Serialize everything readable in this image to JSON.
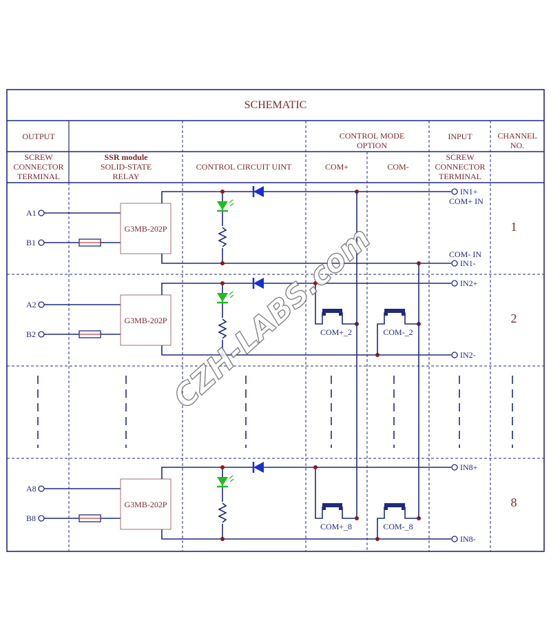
{
  "title": "SCHEMATIC",
  "header": {
    "output": "OUTPUT",
    "control_mode": [
      "CONTROL MODE",
      "OPTION"
    ],
    "input": "INPUT",
    "channel_no": [
      "CHANNEL",
      "NO."
    ]
  },
  "subheader": {
    "screw_out": [
      "SCREW",
      "CONNECTOR",
      "TERMINAL"
    ],
    "ssr": [
      "SSR module",
      "SOLID-STATE",
      "RELAY"
    ],
    "control_circuit": "CONTROL CIRCUIT UINT",
    "com_plus": "COM+",
    "com_minus": "COM-",
    "screw_in": [
      "SCREW",
      "CONNECTOR",
      "TERMINAL"
    ]
  },
  "channels": [
    {
      "number": "1",
      "a": "A1",
      "b": "B1",
      "ssr": "G3MB-202P",
      "in_plus": "IN1+",
      "in_minus": "IN1-",
      "com_plus_in": "COM+ IN",
      "com_minus_in": "COM- IN"
    },
    {
      "number": "2",
      "a": "A2",
      "b": "B2",
      "ssr": "G3MB-202P",
      "in_plus": "IN2+",
      "in_minus": "IN2-",
      "jumper_plus": "COM+_2",
      "jumper_minus": "COM-_2"
    },
    {
      "number": "8",
      "a": "A8",
      "b": "B8",
      "ssr": "G3MB-202P",
      "in_plus": "IN8+",
      "in_minus": "IN8-",
      "jumper_plus": "COM+_8",
      "jumper_minus": "COM-_8"
    }
  ],
  "watermark": "CZH-LABS.com",
  "colors": {
    "wire": "#1f2a7a",
    "text": "#7a2a2a",
    "node": "#8b1a1a",
    "led": "#22bb22",
    "diode": "#1a2fd0",
    "ssr_box": "#a07070"
  }
}
